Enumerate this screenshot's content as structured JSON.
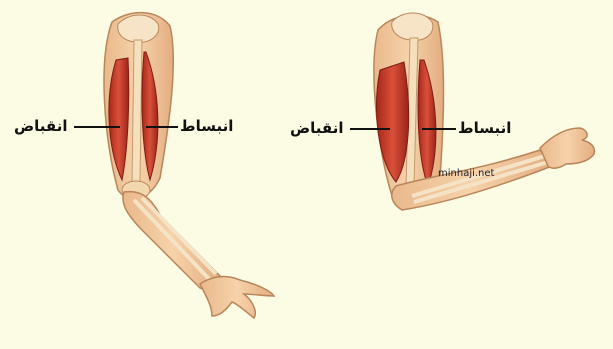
{
  "diagram": {
    "left_arm": {
      "contraction_label": "انقباض",
      "relaxation_label": "انبساط"
    },
    "right_arm": {
      "contraction_label": "انقباض",
      "relaxation_label": "انبساط"
    },
    "watermark": "minhaji.net"
  }
}
